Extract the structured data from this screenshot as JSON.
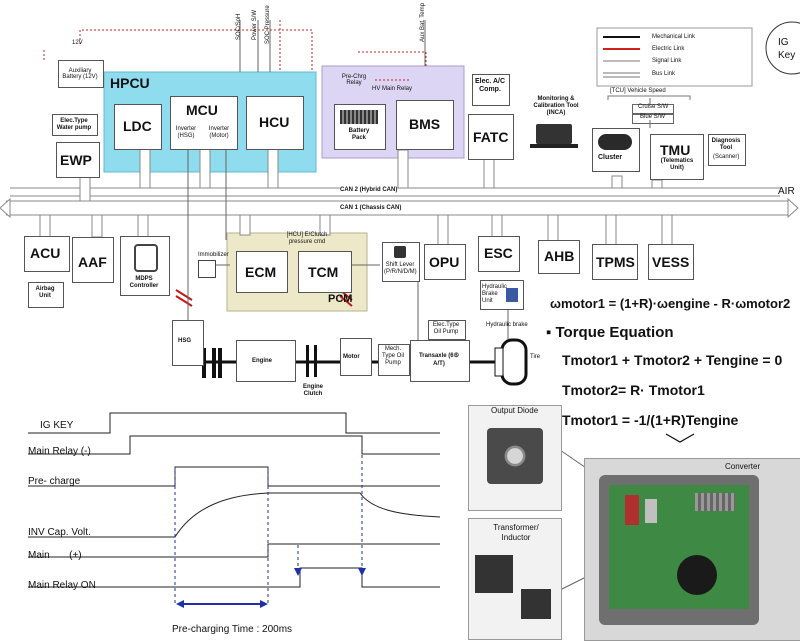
{
  "block_diagram": {
    "hpcu": "HPCU",
    "ldc": "LDC",
    "mcu": "MCU",
    "hcu": "HCU",
    "inverter_hsg": "Inverter (HSG)",
    "inverter_motor": "Inverter (Motor)",
    "bms": "BMS",
    "battery_pack": "Battery Pack",
    "pre_chrg_relay": "Pre-Chrg Relay",
    "hv_main_relay": "HV Main Relay",
    "aux_battery": "Auxiliary Battery (12V)",
    "ldc_out_label": "12V",
    "elec_ac_comp": "Elec. A/C Comp.",
    "fatc": "FATC",
    "monitoring_tool": "Monitoring & Calibration Tool (INCA)",
    "tcu_vehicle_speed": "[TCU] Vehicle Speed",
    "cruise_sw": "Cruise S/W",
    "blue_sw": "Blue S/W",
    "cluster": "Cluster",
    "tmu": "TMU",
    "tmu_sub": "(Telematics Unit)",
    "diagnosis_tool": "Diagnosis Tool",
    "diagnosis_sub": "(Scanner)",
    "elec_water_pump": "Elec.Type Water pump",
    "ewp": "EWP",
    "can2": "CAN 2 (Hybrid CAN)",
    "can1": "CAN 1 (Chassis CAN)",
    "acu": "ACU",
    "airbag_unit": "Airbag Unit",
    "aaf": "AAF",
    "mdps": "MDPS Controller",
    "immobilizer": "Immobilizer",
    "ecm": "ECM",
    "tcm": "TCM",
    "pcm": "PCM",
    "hcu_eclutch": "[HCU] E/Clutch pressure cmd",
    "shift_lever": "Shift Lever (P/R/N/D/M)",
    "opu": "OPU",
    "elec_oil_pump": "Elec.Type Oil Pump",
    "esc": "ESC",
    "hydraulic_brake_unit": "Hydraulic Brake Unit",
    "hydraulic_brake": "Hydraulic brake",
    "ahb": "AHB",
    "tpms": "TPMS",
    "vess": "VESS",
    "hsg": "HSG",
    "engine": "Engine",
    "engine_clutch": "Engine Clutch",
    "motor": "Motor",
    "mech_oil_pump": "Mech. Type Oil Pump",
    "transaxle": "Transaxle (6⑤ A/T)",
    "tire": "Tire",
    "top_signals": [
      "SOC/SoH",
      "Power S/W",
      "SOC Pressure",
      "Aux Bat. Temp"
    ],
    "legend": [
      "Mechanical Link",
      "Electric Link",
      "Signal Link",
      "Bus Link"
    ]
  },
  "sidebar": {
    "ig_key": "IG Key",
    "air": "AIR"
  },
  "equations": {
    "omega": "ωmotor1 = (1+R)·ωengine - R·ωmotor2",
    "torque_title": "▪ Torque Equation",
    "torque_sum": "Tmotor1 + Tmotor2 + Tengine = 0",
    "tmotor2": "Tmotor2= R· Tmotor1",
    "tmotor1": "Tmotor1 = -1/(1+R)Tengine"
  },
  "timing": {
    "signals": [
      "IG KEY",
      "Main Relay (-)",
      "Pre- charge",
      "INV Cap. Volt.",
      "Main       (+)",
      "Main Relay ON"
    ],
    "precharge_time": "Pre-charging Time : 200ms"
  },
  "photos": {
    "output_diode": "Output Diode",
    "transformer": "Transformer/ Inductor",
    "converter": "Converter"
  }
}
